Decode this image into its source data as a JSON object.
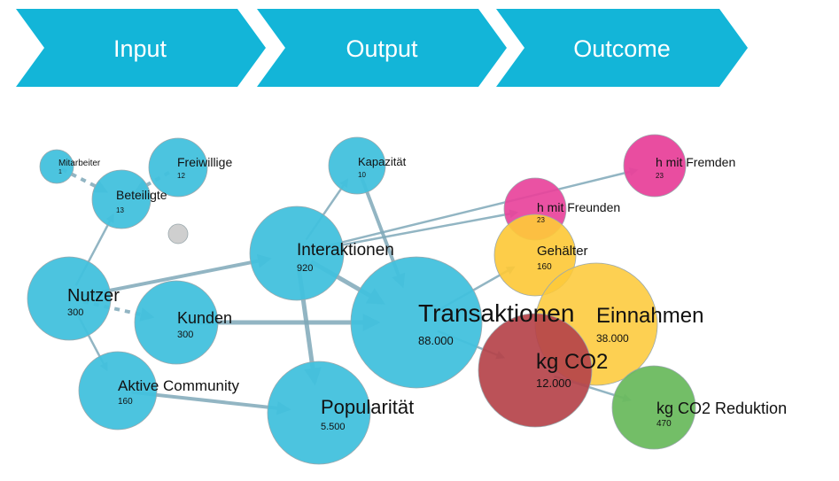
{
  "stages": [
    {
      "label": "Input"
    },
    {
      "label": "Output"
    },
    {
      "label": "Outcome"
    }
  ],
  "colors": {
    "chevron": "#13b5d8",
    "node_blue": "#42c1dd",
    "node_pink": "#e8439b",
    "node_yellow": "#fdc93a",
    "node_red": "#b5434a",
    "node_green": "#6cbb5f",
    "node_grey": "#cfcfcf",
    "edge": "#7fa9b9"
  },
  "nodes": {
    "mitarbeiter": {
      "title": "Mitarbeiter",
      "value": "1",
      "color": "node_blue"
    },
    "freiwillige": {
      "title": "Freiwillige",
      "value": "12",
      "color": "node_blue"
    },
    "beteiligte": {
      "title": "Beteiligte",
      "value": "13",
      "color": "node_blue"
    },
    "kapazitaet": {
      "title": "Kapazität",
      "value": "10",
      "color": "node_blue"
    },
    "interaktionen": {
      "title": "Interaktionen",
      "value": "920",
      "color": "node_blue"
    },
    "nutzer": {
      "title": "Nutzer",
      "value": "300",
      "color": "node_blue"
    },
    "kunden": {
      "title": "Kunden",
      "value": "300",
      "color": "node_blue"
    },
    "aktive_community": {
      "title": "Aktive Community",
      "value": "160",
      "color": "node_blue"
    },
    "popularitaet": {
      "title": "Popularität",
      "value": "5.500",
      "color": "node_blue"
    },
    "transaktionen": {
      "title": "Transaktionen",
      "value": "88.000",
      "color": "node_blue"
    },
    "h_fremden": {
      "title": "h mit Fremden",
      "value": "23",
      "color": "node_pink"
    },
    "h_freunden": {
      "title": "h mit Freunden",
      "value": "23",
      "color": "node_pink"
    },
    "gehaelter": {
      "title": "Gehälter",
      "value": "160",
      "color": "node_yellow"
    },
    "einnahmen": {
      "title": "Einnahmen",
      "value": "38.000",
      "color": "node_yellow"
    },
    "kg_co2": {
      "title": "kg CO2",
      "value": "12.000",
      "color": "node_red"
    },
    "kg_co2_reduktion": {
      "title": "kg CO2 Reduktion",
      "value": "470",
      "color": "node_green"
    },
    "unlabeled": {
      "title": "",
      "value": "",
      "color": "node_grey"
    }
  },
  "edges": [
    {
      "from": "mitarbeiter",
      "to": "beteiligte",
      "style": "dashed"
    },
    {
      "from": "freiwillige",
      "to": "beteiligte",
      "style": "dashed"
    },
    {
      "from": "nutzer",
      "to": "beteiligte",
      "style": "solid"
    },
    {
      "from": "nutzer",
      "to": "kunden",
      "style": "dashed"
    },
    {
      "from": "nutzer",
      "to": "interaktionen",
      "style": "solid"
    },
    {
      "from": "nutzer",
      "to": "aktive_community",
      "style": "solid"
    },
    {
      "from": "interaktionen",
      "to": "kapazitaet",
      "style": "solid"
    },
    {
      "from": "interaktionen",
      "to": "popularitaet",
      "style": "solid"
    },
    {
      "from": "interaktionen",
      "to": "transaktionen",
      "style": "solid"
    },
    {
      "from": "interaktionen",
      "to": "h_freunden",
      "style": "solid"
    },
    {
      "from": "interaktionen",
      "to": "h_fremden",
      "style": "solid"
    },
    {
      "from": "kapazitaet",
      "to": "transaktionen",
      "style": "solid"
    },
    {
      "from": "kunden",
      "to": "transaktionen",
      "style": "solid"
    },
    {
      "from": "aktive_community",
      "to": "popularitaet",
      "style": "solid"
    },
    {
      "from": "transaktionen",
      "to": "gehaelter",
      "style": "solid"
    },
    {
      "from": "transaktionen",
      "to": "kg_co2",
      "style": "solid"
    },
    {
      "from": "kg_co2",
      "to": "kg_co2_reduktion",
      "style": "solid"
    }
  ]
}
